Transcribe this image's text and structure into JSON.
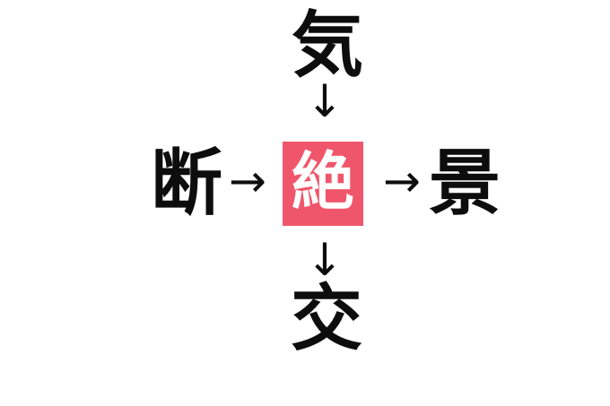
{
  "colors": {
    "background": "#ffffff",
    "accent_box": "#f0566b",
    "center_text": "#ffffff",
    "kanji_text": "#0d0d0d"
  },
  "puzzle": {
    "description": "kanji-compound-puzzle",
    "center_char": "絶",
    "top_char": "気",
    "left_char": "断",
    "right_char": "景",
    "bottom_char": "交",
    "arrow_down_glyph": "↓",
    "arrow_right_glyph": "→",
    "relations": [
      {
        "from": "気",
        "to": "絶",
        "direction": "down"
      },
      {
        "from": "断",
        "to": "絶",
        "direction": "right"
      },
      {
        "from": "絶",
        "to": "景",
        "direction": "right"
      },
      {
        "from": "絶",
        "to": "交",
        "direction": "down"
      }
    ]
  }
}
